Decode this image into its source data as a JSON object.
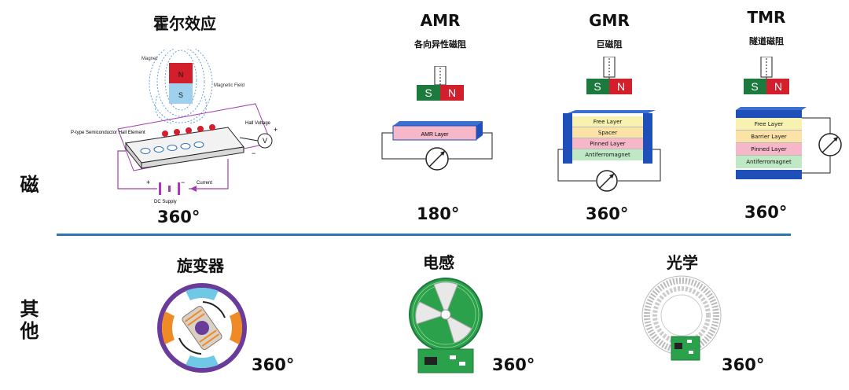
{
  "side_labels": {
    "magnetic": "磁",
    "other": "其他"
  },
  "magnetic": {
    "hall": {
      "title": "霍尔效应",
      "angle": "360°",
      "labels": {
        "magnet": "Magnet",
        "field": "Magnetic\nField",
        "n": "N",
        "s": "S",
        "element": "P-type Semiconductor\nHall Element",
        "voltage": "Hall\nVoltage",
        "v": "V",
        "plus": "+",
        "minus": "−",
        "supply": "DC Supply",
        "current": "Current"
      }
    },
    "amr": {
      "title": "AMR",
      "subtitle": "各向异性磁阻",
      "angle": "180°",
      "layer": "AMR Layer",
      "s": "S",
      "n": "N"
    },
    "gmr": {
      "title": "GMR",
      "subtitle": "巨磁阻",
      "angle": "360°",
      "layers": [
        "Free Layer",
        "Spacer",
        "Pinned Layer",
        "Antiferromagnet"
      ],
      "s": "S",
      "n": "N"
    },
    "tmr": {
      "title": "TMR",
      "subtitle": "隧道磁阻",
      "angle": "360°",
      "layers": [
        "Free Layer",
        "Barrier Layer",
        "Pinned Layer",
        "Antiferromagnet"
      ],
      "s": "S",
      "n": "N"
    }
  },
  "other": {
    "resolver": {
      "title": "旋变器",
      "angle": "360°"
    },
    "inductive": {
      "title": "电感",
      "angle": "360°"
    },
    "optical": {
      "title": "光学",
      "angle": "360°"
    }
  },
  "colors": {
    "divider": "#2f74b5",
    "magnet_red": "#d21f2b",
    "magnet_green": "#1c7a3e",
    "stack_blue": "#1f4fb8",
    "pcb_green": "#2aa14a"
  }
}
